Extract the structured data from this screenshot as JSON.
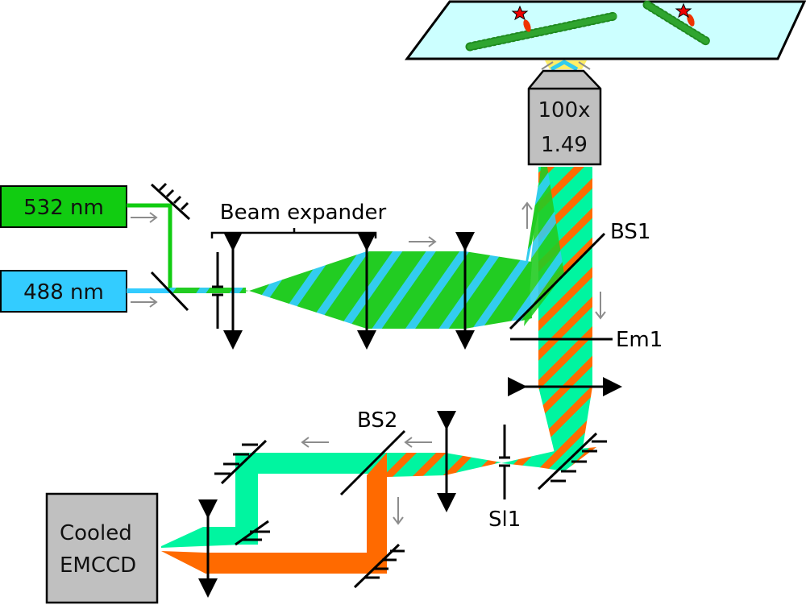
{
  "lasers": [
    {
      "label": "532 nm",
      "color": "#11cc11"
    },
    {
      "label": "488 nm",
      "color": "#33ccff"
    }
  ],
  "labels": {
    "beam_expander": "Beam expander",
    "bs1": "BS1",
    "em1": "Em1",
    "bs2": "BS2",
    "sl1": "Sl1"
  },
  "objective": {
    "line1": "100x",
    "line2": "1.49"
  },
  "camera": {
    "line1": "Cooled",
    "line2": "EMCCD"
  },
  "colors": {
    "green_beam": "#22cc22",
    "cyan_beam": "#33ccee",
    "emission_green": "#00f5a0",
    "emission_orange": "#ff6a00",
    "sample_slide": "#ccffff",
    "microtubule": "#1f8a1f",
    "fluorophore": "#ee2200",
    "device_gray": "#c0c0c0",
    "direction_arrow": "#8c8c8c"
  }
}
